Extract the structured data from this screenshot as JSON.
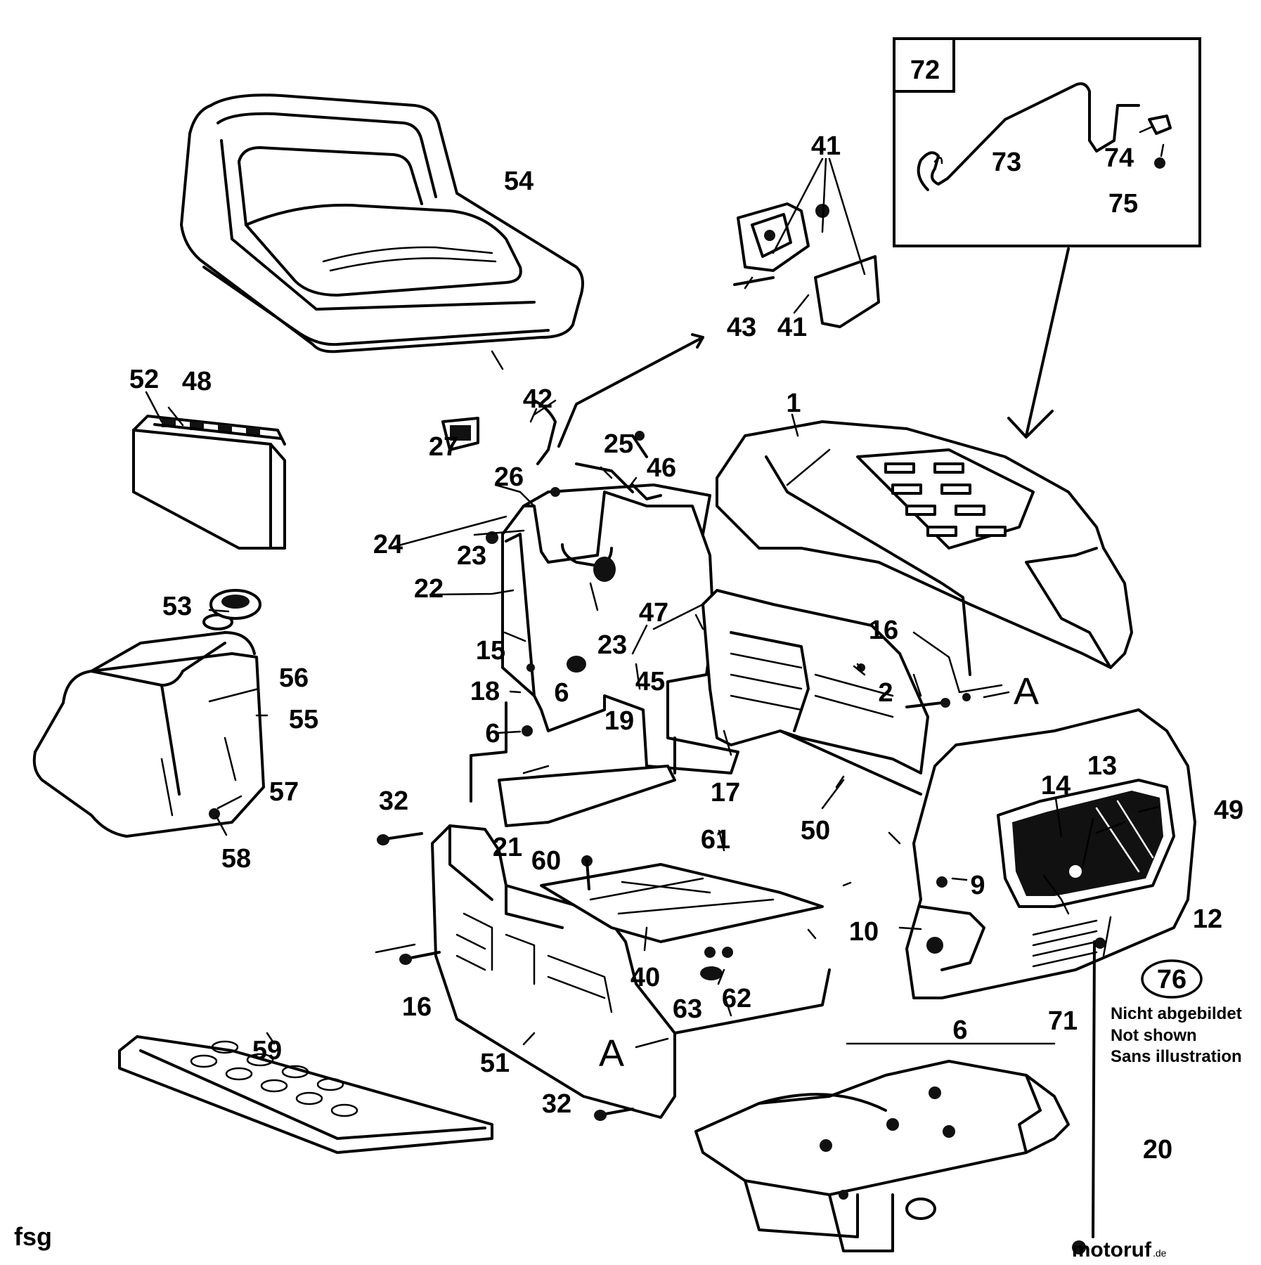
{
  "inset": {
    "number": "72",
    "labels": [
      "73",
      "74",
      "75"
    ]
  },
  "labels": {
    "n1": "1",
    "n2": "2",
    "n6a": "6",
    "n6b": "6",
    "n6c": "6",
    "n9": "9",
    "n10": "10",
    "n12": "12",
    "n13": "13",
    "n14": "14",
    "n15": "15",
    "n16a": "16",
    "n16b": "16",
    "n17": "17",
    "n18": "18",
    "n19": "19",
    "n20": "20",
    "n21": "21",
    "n22": "22",
    "n23a": "23",
    "n23b": "23",
    "n24": "24",
    "n25": "25",
    "n26": "26",
    "n27": "27",
    "n32a": "32",
    "n32b": "32",
    "n40": "40",
    "n41a": "41",
    "n41b": "41",
    "n42": "42",
    "n43": "43",
    "n45": "45",
    "n46": "46",
    "n47": "47",
    "n48": "48",
    "n49": "49",
    "n50": "50",
    "n51": "51",
    "n52": "52",
    "n53": "53",
    "n54": "54",
    "n55": "55",
    "n56": "56",
    "n57": "57",
    "n58": "58",
    "n59": "59",
    "n60": "60",
    "n61": "61",
    "n62": "62",
    "n63": "63",
    "n71": "71"
  },
  "refs": {
    "a1": "A",
    "a2": "A"
  },
  "not_shown": {
    "number": "76",
    "lines": [
      "Nicht abgebildet",
      "Not shown",
      "Sans illustration"
    ]
  },
  "code": "fsg",
  "watermark": {
    "name": "motoruf",
    "tld": ".de",
    "color": "#8b4b1b"
  }
}
